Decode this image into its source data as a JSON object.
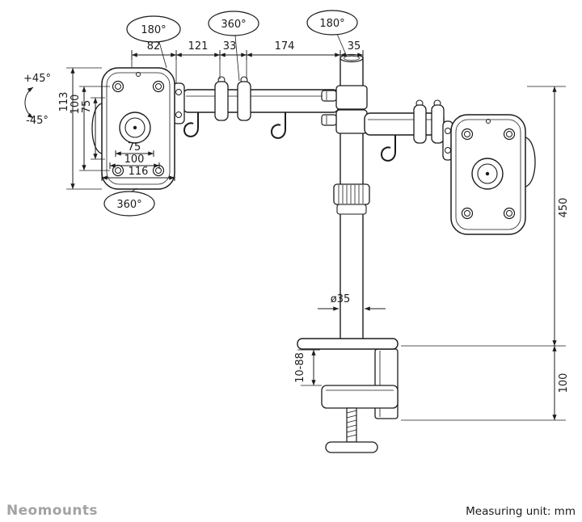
{
  "badges": {
    "left_plate_rotation": "180°",
    "arm_joint_rotation": "360°",
    "pole_rotation": "180°",
    "left_plate_swivel": "360°"
  },
  "tilt": {
    "up": "+45°",
    "down": "-45°"
  },
  "dims_top": [
    "82",
    "121",
    "33",
    "174",
    "35"
  ],
  "dims_plate_vertical": [
    "113",
    "100",
    "75"
  ],
  "dims_plate_horizontal": [
    "75",
    "100",
    "116"
  ],
  "dims_right": {
    "pole_height": "450",
    "clamp_body_height": "100"
  },
  "pole_diameter": "ø35",
  "clamp_range": "10-88",
  "footer": {
    "brand": "Neomounts",
    "unit_note": "Measuring unit: mm"
  }
}
